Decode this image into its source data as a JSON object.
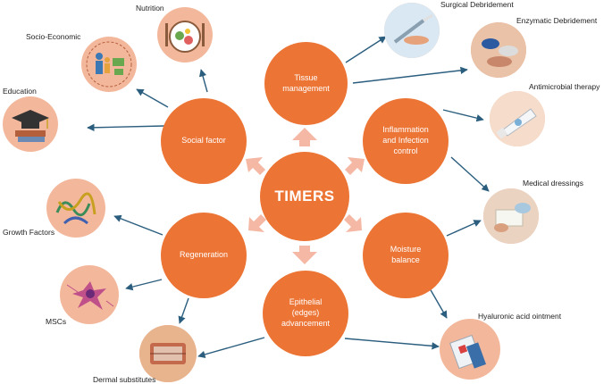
{
  "center": {
    "label": "TIMERS"
  },
  "categories": [
    {
      "key": "tissue",
      "label": "Tissue\nmanagement"
    },
    {
      "key": "inflammation",
      "label": "Inflammation\nand Infection\ncontrol"
    },
    {
      "key": "moisture",
      "label": "Moisture\nbalance"
    },
    {
      "key": "epithelial",
      "label": "Epithelial\n(edges)\nadvancement"
    },
    {
      "key": "regeneration",
      "label": "Regeneration"
    },
    {
      "key": "social",
      "label": "Social factor"
    }
  ],
  "interventions": [
    {
      "key": "nutrition",
      "label": "Nutrition",
      "icon": "food-plate-icon"
    },
    {
      "key": "socio",
      "label": "Socio-Economic",
      "icon": "family-money-icon"
    },
    {
      "key": "education",
      "label": "Education",
      "icon": "graduation-cap-icon"
    },
    {
      "key": "surgical",
      "label": "Surgical Debridement",
      "icon": "scalpel-icon"
    },
    {
      "key": "enzymatic",
      "label": "Enzymatic Debridement",
      "icon": "gloved-hands-icon"
    },
    {
      "key": "antimicrobial",
      "label": "Antimicrobial therapy",
      "icon": "ointment-tube-icon"
    },
    {
      "key": "dressings",
      "label": "Medical dressings",
      "icon": "bandage-icon"
    },
    {
      "key": "hyaluronic",
      "label": "Hyaluronic acid ointment",
      "icon": "ointment-box-icon"
    },
    {
      "key": "growth",
      "label": "Growth Factors",
      "icon": "protein-structure-icon"
    },
    {
      "key": "mscs",
      "label": "MSCs",
      "icon": "stem-cell-icon"
    },
    {
      "key": "dermal",
      "label": "Dermal substitutes",
      "icon": "skin-graft-icon"
    }
  ],
  "colors": {
    "node": "#ec7434",
    "thumb": "#f3b89c",
    "arrow": "#2b5e7e",
    "pointer": "#f4b8a4"
  }
}
